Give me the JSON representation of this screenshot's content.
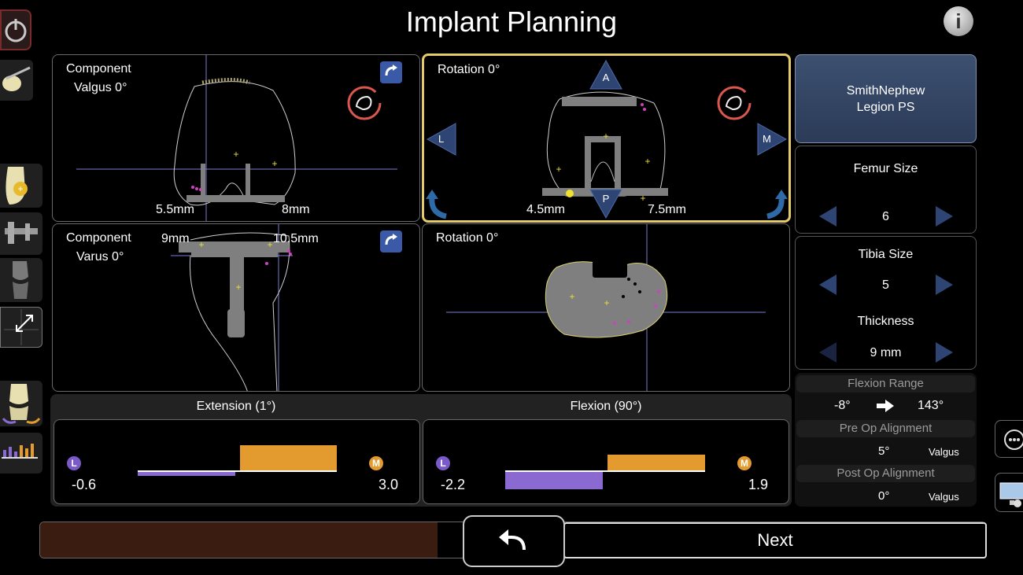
{
  "header": {
    "title": "Implant Planning"
  },
  "views": {
    "femur_coronal": {
      "label_line1": "Component",
      "label_line2": "Valgus 0°",
      "meas_left": "5.5mm",
      "meas_right": "8mm"
    },
    "femur_axial": {
      "label": "Rotation 0°",
      "meas_left": "4.5mm",
      "meas_right": "7.5mm",
      "btn_a": "A",
      "btn_p": "P",
      "btn_l": "L",
      "btn_m": "M"
    },
    "tibia_coronal": {
      "label_line1": "Component",
      "label_line2": "Varus 0°",
      "meas_left": "9mm",
      "meas_right": "10.5mm"
    },
    "tibia_axial": {
      "label": "Rotation 0°"
    }
  },
  "implant": {
    "brand": "SmithNephew",
    "model": "Legion PS"
  },
  "femur_size": {
    "label": "Femur Size",
    "value": "6"
  },
  "tibia_size": {
    "label": "Tibia Size",
    "value": "5"
  },
  "thickness": {
    "label": "Thickness",
    "value": "9 mm"
  },
  "stats": {
    "flexion_range_label": "Flexion Range",
    "flexion_min": "-8°",
    "flexion_max": "143°",
    "preop_label": "Pre Op Alignment",
    "preop_value": "5°",
    "preop_unit": "Valgus",
    "postop_label": "Post Op Alignment",
    "postop_value": "0°",
    "postop_unit": "Valgus"
  },
  "balance": {
    "extension": {
      "title": "Extension (1°)",
      "left_value": "-0.6",
      "right_value": "3.0",
      "left_letter": "L",
      "right_letter": "M"
    },
    "flexion": {
      "title": "Flexion (90°)",
      "left_value": "-2.2",
      "right_value": "1.9",
      "left_letter": "L",
      "right_letter": "M"
    }
  },
  "footer": {
    "next_label": "Next",
    "progress": 0.42
  },
  "colors": {
    "accent_gold": "#e4cb6a",
    "lateral_purple": "#8a6ad0",
    "medial_orange": "#e39a2e",
    "button_blue": "#2e4574",
    "alert_red": "#d9574d"
  }
}
